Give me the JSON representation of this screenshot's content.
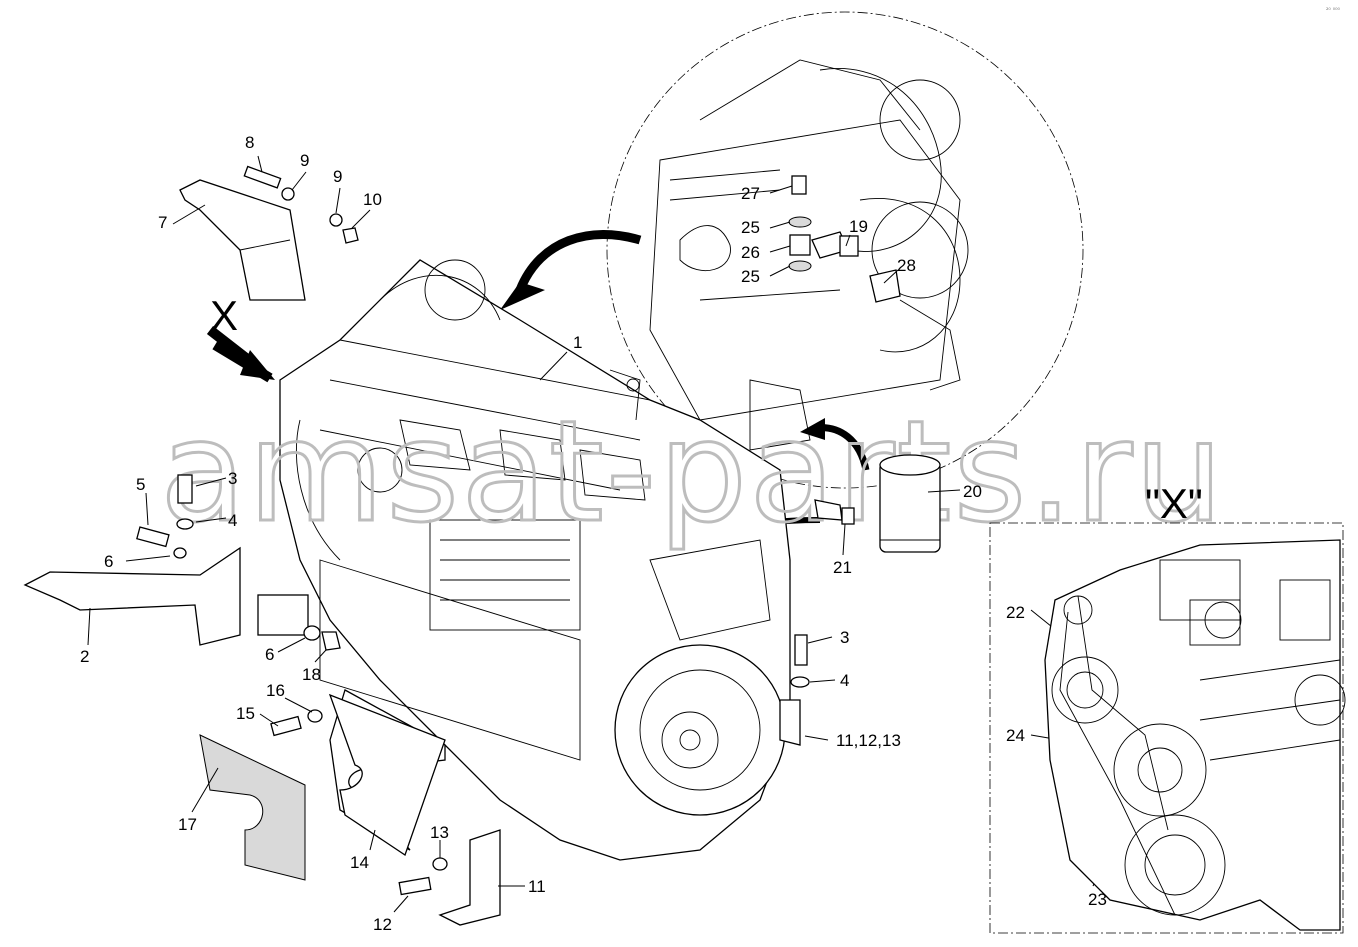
{
  "watermark": "amsat-parts.ru",
  "corner_mark": "²⁰ ⁰⁰⁰",
  "view_marker": {
    "letter": "X",
    "label": "\"X\""
  },
  "callouts": [
    {
      "id": "c1",
      "text": "1"
    },
    {
      "id": "c2",
      "text": "2"
    },
    {
      "id": "c3a",
      "text": "3"
    },
    {
      "id": "c3b",
      "text": "3"
    },
    {
      "id": "c4a",
      "text": "4"
    },
    {
      "id": "c4b",
      "text": "4"
    },
    {
      "id": "c5",
      "text": "5"
    },
    {
      "id": "c6a",
      "text": "6"
    },
    {
      "id": "c6b",
      "text": "6"
    },
    {
      "id": "c7",
      "text": "7"
    },
    {
      "id": "c8",
      "text": "8"
    },
    {
      "id": "c9a",
      "text": "9"
    },
    {
      "id": "c9b",
      "text": "9"
    },
    {
      "id": "c10",
      "text": "10"
    },
    {
      "id": "c11a",
      "text": "11,12,13"
    },
    {
      "id": "c11b",
      "text": "11"
    },
    {
      "id": "c12",
      "text": "12"
    },
    {
      "id": "c13",
      "text": "13"
    },
    {
      "id": "c14",
      "text": "14"
    },
    {
      "id": "c15",
      "text": "15"
    },
    {
      "id": "c16",
      "text": "16"
    },
    {
      "id": "c17",
      "text": "17"
    },
    {
      "id": "c18",
      "text": "18"
    },
    {
      "id": "c19",
      "text": "19"
    },
    {
      "id": "c20",
      "text": "20"
    },
    {
      "id": "c21",
      "text": "21"
    },
    {
      "id": "c22",
      "text": "22"
    },
    {
      "id": "c23",
      "text": "23"
    },
    {
      "id": "c24",
      "text": "24"
    },
    {
      "id": "c25a",
      "text": "25"
    },
    {
      "id": "c25b",
      "text": "25"
    },
    {
      "id": "c26",
      "text": "26"
    },
    {
      "id": "c27",
      "text": "27"
    },
    {
      "id": "c28",
      "text": "28"
    }
  ]
}
